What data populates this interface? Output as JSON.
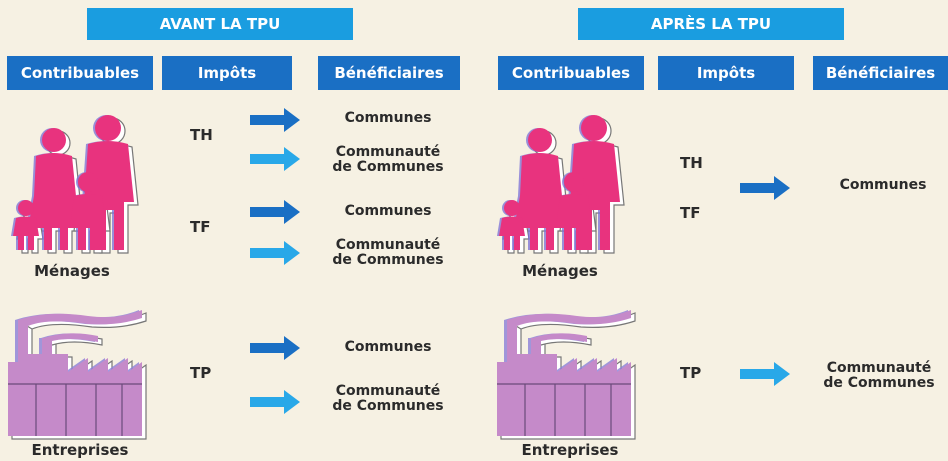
{
  "left": {
    "banner": "AVANT LA TPU",
    "headers": [
      "Contribuables",
      "Impôts",
      "Bénéficiaires"
    ],
    "menages_label": "Ménages",
    "entreprises_label": "Entreprises",
    "taxes": [
      "TH",
      "TF",
      "TP"
    ],
    "beneficiaries": {
      "th_1": "Communes",
      "th_2_line1": "Communauté",
      "th_2_line2": "de Communes",
      "tf_1": "Communes",
      "tf_2_line1": "Communauté",
      "tf_2_line2": "de Communes",
      "tp_1": "Communes",
      "tp_2_line1": "Communauté",
      "tp_2_line2": "de Communes"
    }
  },
  "right": {
    "banner": "APRÈS LA TPU",
    "headers": [
      "Contribuables",
      "Impôts",
      "Bénéficiaires"
    ],
    "menages_label": "Ménages",
    "entreprises_label": "Entreprises",
    "taxes": [
      "TH",
      "TF",
      "TP"
    ],
    "beneficiaries": {
      "menages": "Communes",
      "tp_line1": "Communauté",
      "tp_line2": "de Communes"
    }
  },
  "colors": {
    "banner": "#1a9de0",
    "header": "#1a6fc4",
    "arrow_dark": "#1a6fc4",
    "arrow_light": "#29a8e8",
    "people": "#e8337e",
    "factory": "#c58ac9"
  }
}
